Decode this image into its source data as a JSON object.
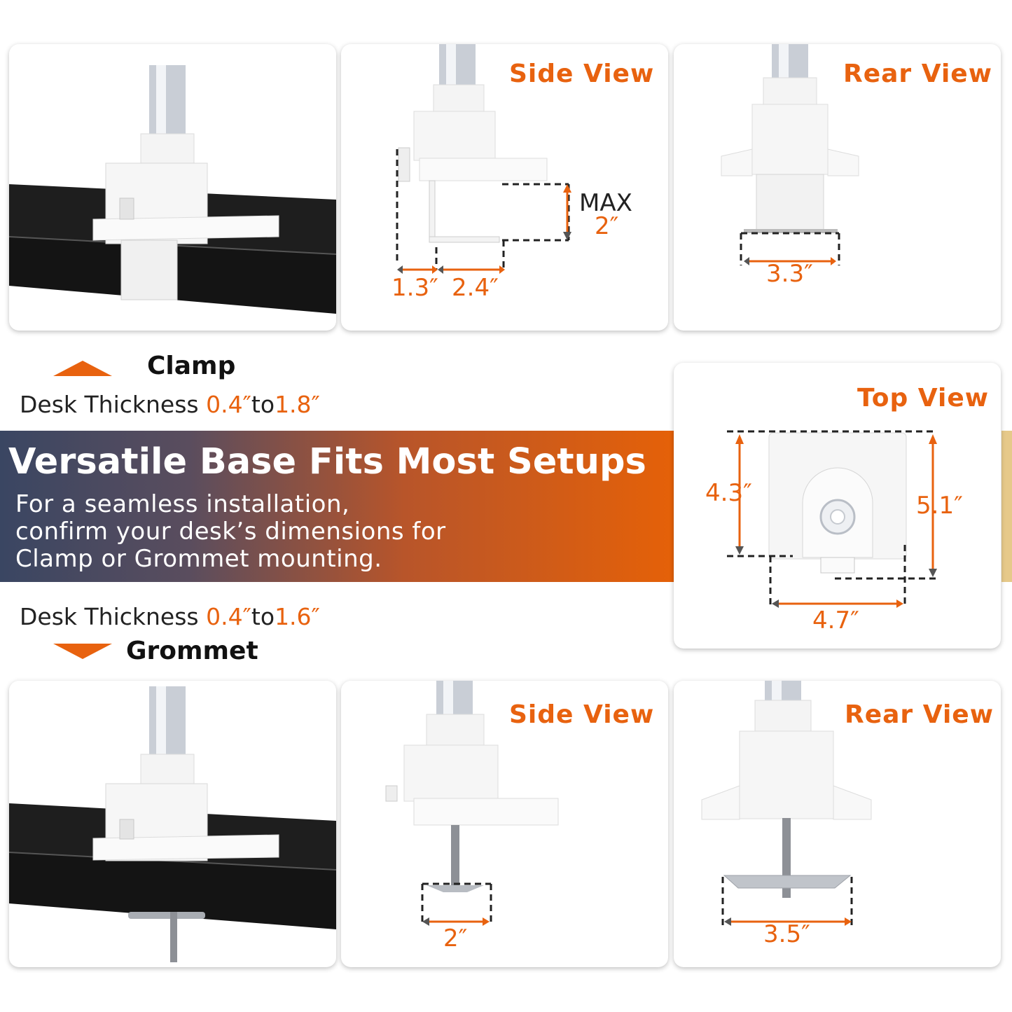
{
  "banner": {
    "title": "Versatile Base Fits Most Setups",
    "subtitle_lines": [
      "For a seamless installation,",
      "confirm your desk’s dimensions for",
      "Clamp or Grommet mounting."
    ]
  },
  "clamp": {
    "label": "Clamp",
    "thickness_prefix": "Desk Thickness ",
    "thickness_min": "0.4″",
    "thickness_sep": "to",
    "thickness_max": "1.8″",
    "side_view": {
      "title": "Side View",
      "max_label": "MAX",
      "max_value": "2″",
      "dim_a": "1.3″",
      "dim_b": "2.4″"
    },
    "rear_view": {
      "title": "Rear View",
      "width": "3.3″"
    }
  },
  "top_view": {
    "title": "Top View",
    "left_height": "4.3″",
    "right_height": "5.1″",
    "width": "4.7″"
  },
  "grommet": {
    "label": "Grommet",
    "thickness_prefix": "Desk Thickness ",
    "thickness_min": "0.4″",
    "thickness_sep": "to",
    "thickness_max": "1.6″",
    "side_view": {
      "title": "Side View",
      "plate_width": "2″"
    },
    "rear_view": {
      "title": "Rear View",
      "plate_width": "3.5″"
    }
  },
  "colors": {
    "accent": "#e8620f",
    "banner_left": "#3a4662",
    "banner_right": "#e56108",
    "desk": "#1b1b1b"
  }
}
